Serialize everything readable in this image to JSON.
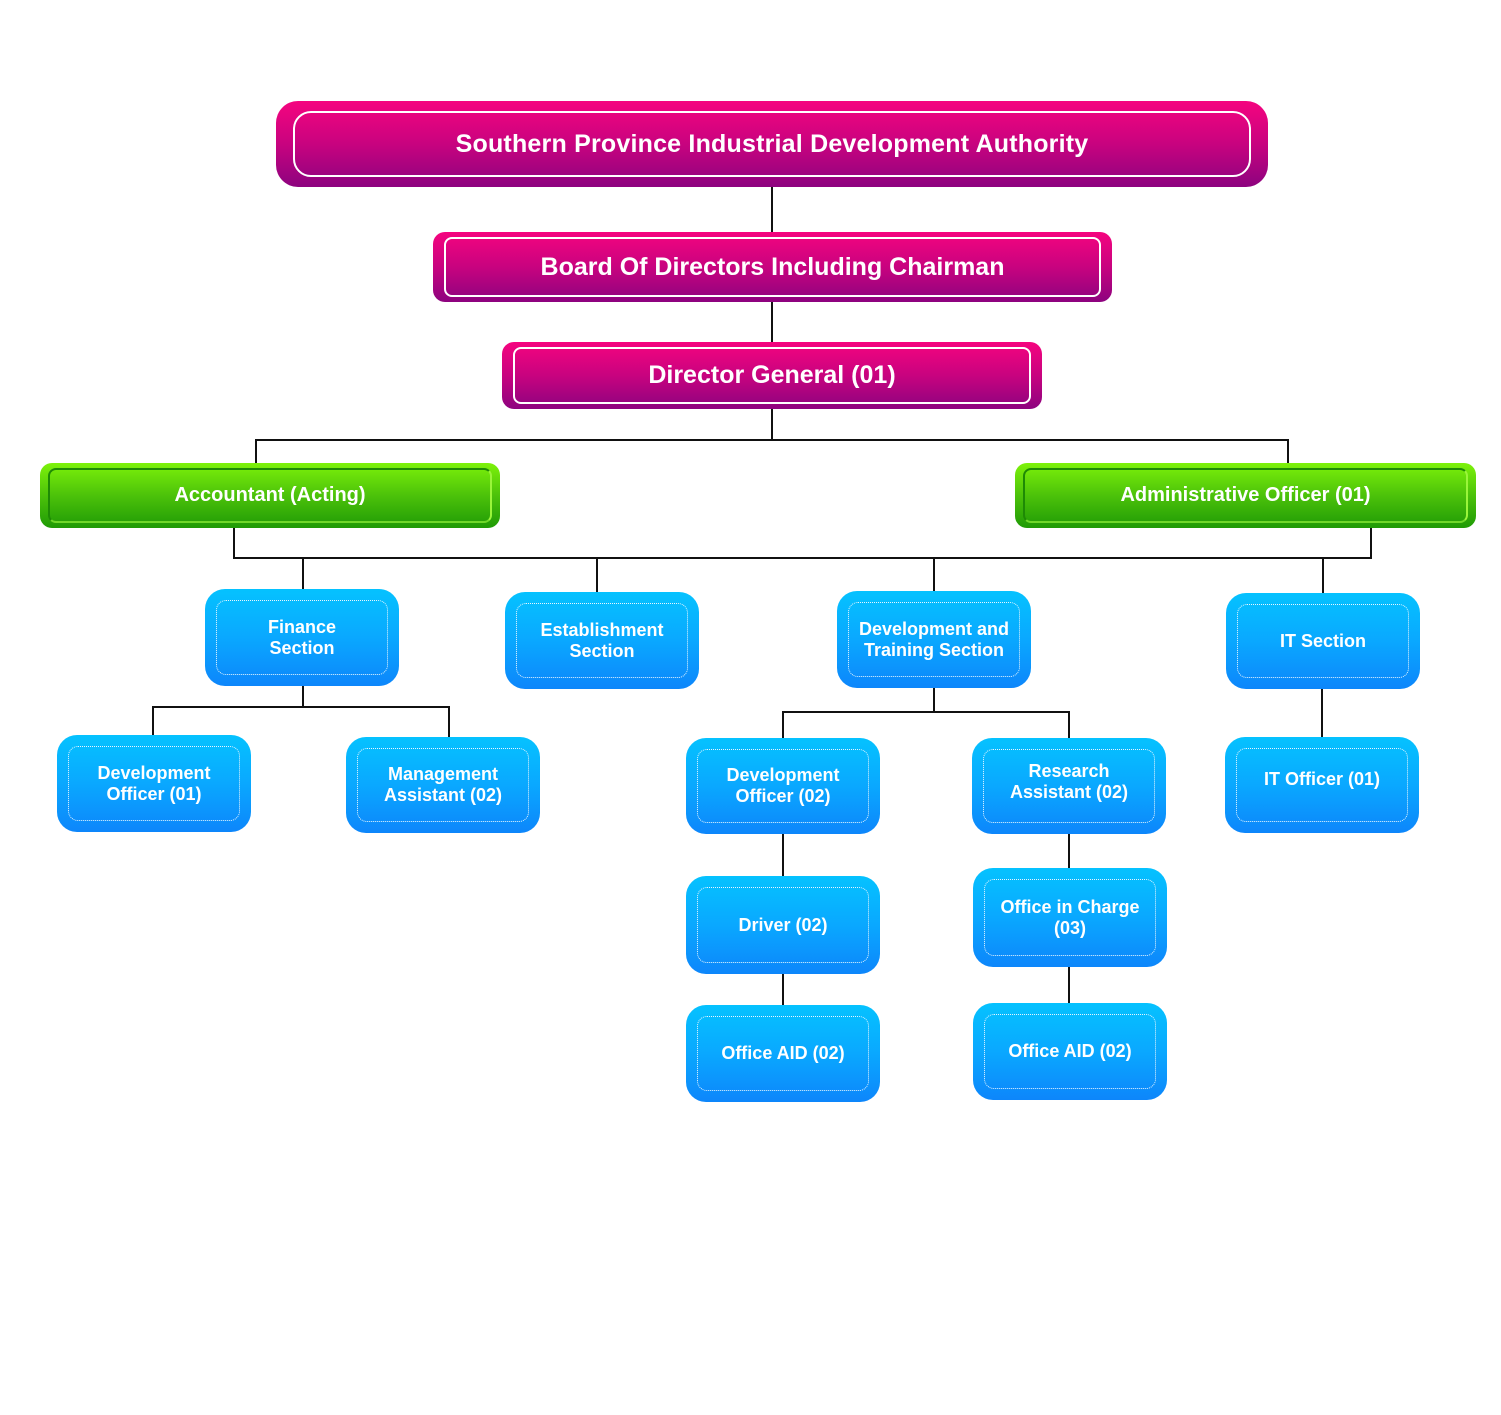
{
  "diagram": {
    "type": "org-chart",
    "colors": {
      "top_tier": "#d1037f",
      "top_tier_gradient_end": "#8d037f",
      "middle_tier": "#4cc20a",
      "section_tier": "#0aa8ff",
      "connector": "#111111",
      "text": "#ffffff"
    },
    "nodes": [
      {
        "id": "authority",
        "label": "Southern Province Industrial Development Authority",
        "tier": "top",
        "parent": null
      },
      {
        "id": "board",
        "label": "Board Of Directors Including Chairman",
        "tier": "top",
        "parent": "authority"
      },
      {
        "id": "dg",
        "label": "Director General (01)",
        "tier": "top",
        "parent": "board"
      },
      {
        "id": "accountant",
        "label": "Accountant (Acting)",
        "tier": "middle",
        "parent": "dg"
      },
      {
        "id": "admin",
        "label": "Administrative Officer (01)",
        "tier": "middle",
        "parent": "dg"
      },
      {
        "id": "finance",
        "label": "Finance Section",
        "lines": [
          "Finance",
          "Section"
        ],
        "tier": "section",
        "parent": "accountant/admin"
      },
      {
        "id": "establishment",
        "label": "Establishment Section",
        "lines": [
          "Establishment",
          "Section"
        ],
        "tier": "section",
        "parent": "accountant/admin"
      },
      {
        "id": "devtraining",
        "label": "Development and Training Section",
        "lines": [
          "Development and",
          "Training Section"
        ],
        "tier": "section",
        "parent": "accountant/admin"
      },
      {
        "id": "itsection",
        "label": "IT Section",
        "lines": [
          "IT Section"
        ],
        "tier": "section",
        "parent": "accountant/admin"
      },
      {
        "id": "fin_devofficer",
        "label": "Development Officer (01)",
        "lines": [
          "Development",
          "Officer (01)"
        ],
        "tier": "section",
        "parent": "finance"
      },
      {
        "id": "fin_mgmtassistant",
        "label": "Management Assistant (02)",
        "lines": [
          "Management",
          "Assistant (02)"
        ],
        "tier": "section",
        "parent": "finance"
      },
      {
        "id": "dt_devofficer",
        "label": "Development Officer (02)",
        "lines": [
          "Development",
          "Officer (02)"
        ],
        "tier": "section",
        "parent": "devtraining"
      },
      {
        "id": "dt_research",
        "label": "Research Assistant (02)",
        "lines": [
          "Research",
          "Assistant (02)"
        ],
        "tier": "section",
        "parent": "devtraining"
      },
      {
        "id": "dt_driver",
        "label": "Driver (02)",
        "lines": [
          "Driver (02)"
        ],
        "tier": "section",
        "parent": "dt_devofficer"
      },
      {
        "id": "dt_officeaid1",
        "label": "Office AID (02)",
        "lines": [
          "Office AID (02)"
        ],
        "tier": "section",
        "parent": "dt_driver"
      },
      {
        "id": "dt_officeincharge",
        "label": "Office in Charge (03)",
        "lines": [
          "Office in Charge",
          "(03)"
        ],
        "tier": "section",
        "parent": "dt_research"
      },
      {
        "id": "dt_officeaid2",
        "label": "Office AID (02)",
        "lines": [
          "Office AID (02)"
        ],
        "tier": "section",
        "parent": "dt_officeincharge"
      },
      {
        "id": "itofficer",
        "label": "IT Officer (01)",
        "lines": [
          "IT Officer (01)"
        ],
        "tier": "section",
        "parent": "itsection"
      }
    ]
  }
}
